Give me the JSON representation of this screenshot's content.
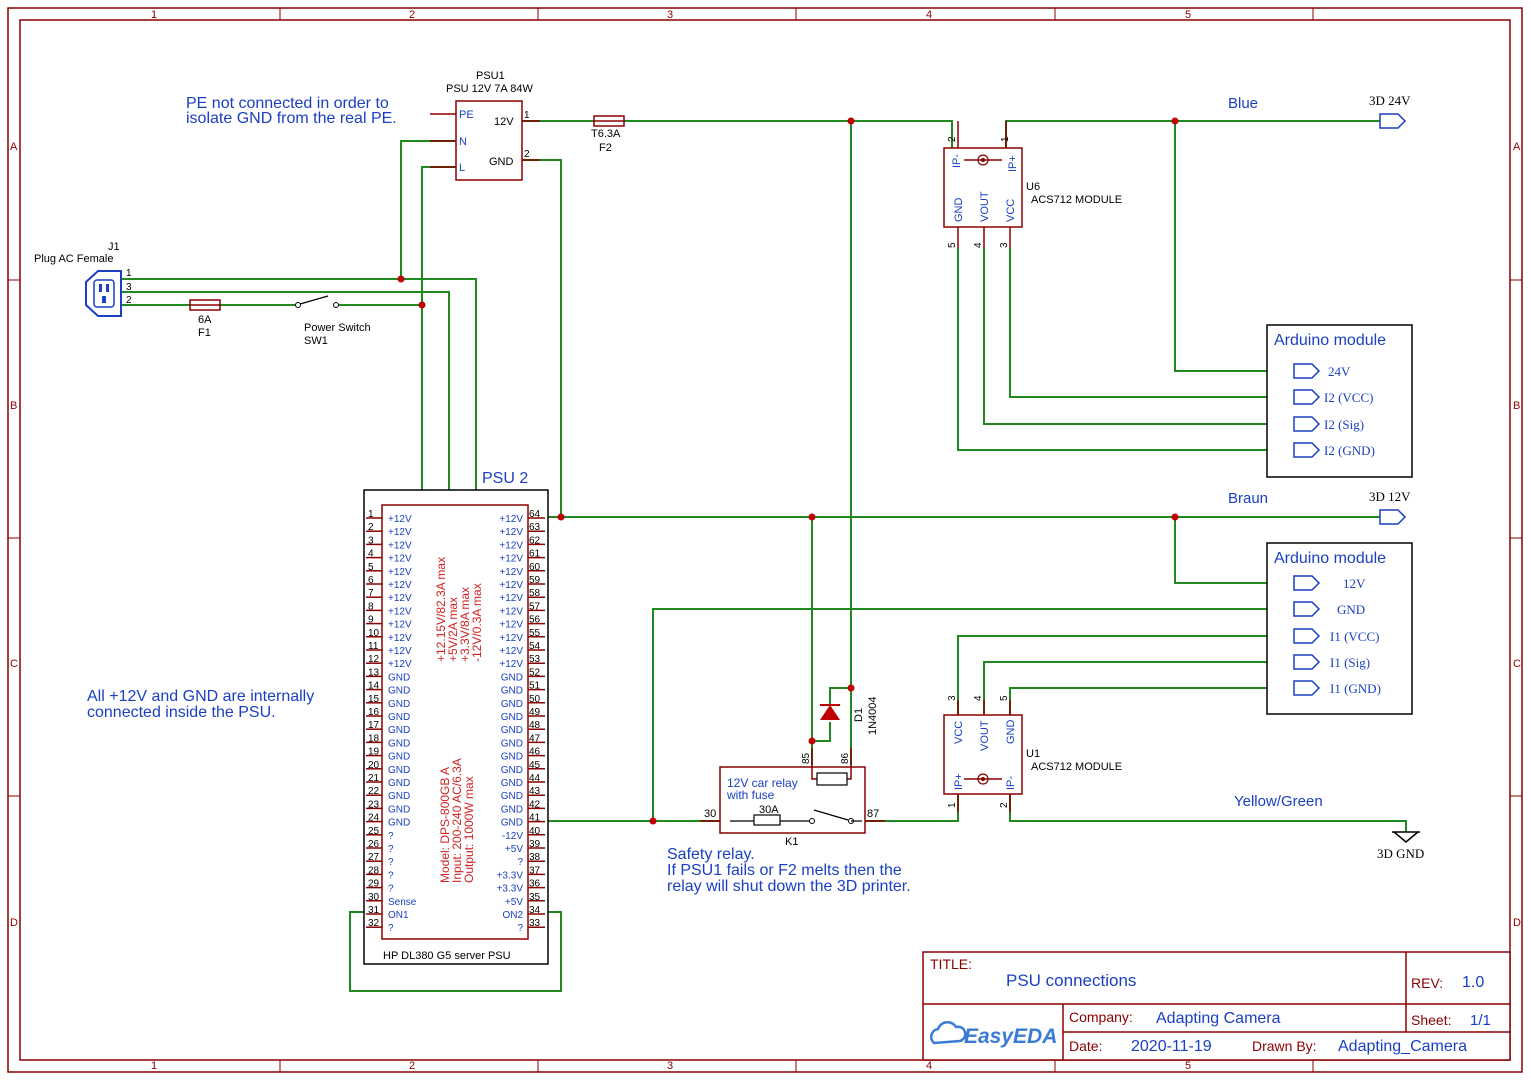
{
  "frame": {
    "cols": [
      "1",
      "2",
      "3",
      "4",
      "5"
    ],
    "rows": [
      "A",
      "B",
      "C",
      "D"
    ]
  },
  "title_block": {
    "title_label": "TITLE:",
    "title": "PSU connections",
    "rev_label": "REV:",
    "rev": "1.0",
    "company_label": "Company:",
    "company": "Adapting Camera",
    "sheet_label": "Sheet:",
    "sheet": "1/1",
    "date_label": "Date:",
    "date": "2020-11-19",
    "drawn_label": "Drawn By:",
    "drawn_by": "Adapting_Camera",
    "logo": "EasyEDA"
  },
  "notes": {
    "pe_note_1": "PE not connected in order to",
    "pe_note_2": "isolate GND from the real PE.",
    "psu_note_1": "All +12V and GND are internally",
    "psu_note_2": "connected inside the PSU.",
    "relay_note_1": "Safety relay.",
    "relay_note_2": "If PSU1 fails or F2 melts then the",
    "relay_note_3": "relay will shut down the 3D printer."
  },
  "j1": {
    "ref": "J1",
    "name": "Plug AC Female",
    "pins": [
      "1",
      "3",
      "2"
    ]
  },
  "f1": {
    "value": "6A",
    "ref": "F1"
  },
  "sw1": {
    "name": "Power Switch",
    "ref": "SW1"
  },
  "psu1": {
    "ref": "PSU1",
    "name": "PSU 12V 7A 84W",
    "pins_left": [
      "PE",
      "N",
      "L"
    ],
    "pins_right": [
      "12V",
      "GND"
    ],
    "pin_nums": [
      "1",
      "2"
    ]
  },
  "f2": {
    "value": "T6.3A",
    "ref": "F2"
  },
  "u6": {
    "ref": "U6",
    "name": "ACS712 MODULE",
    "top_pins": [
      "IP-",
      "IP+"
    ],
    "top_nums": [
      "2",
      "1"
    ],
    "bottom_pins": [
      "GND",
      "VOUT",
      "VCC"
    ],
    "bottom_nums": [
      "5",
      "4",
      "3"
    ]
  },
  "u1": {
    "ref": "U1",
    "name": "ACS712 MODULE",
    "top_pins": [
      "VCC",
      "VOUT",
      "GND"
    ],
    "top_nums": [
      "3",
      "4",
      "5"
    ],
    "bottom_pins": [
      "IP+",
      "IP-"
    ],
    "bottom_nums": [
      "1",
      "2"
    ]
  },
  "nets": {
    "blue": "Blue",
    "braun": "Braun",
    "yellow_green": "Yellow/Green",
    "port_24v": "3D 24V",
    "port_12v": "3D 12V",
    "port_gnd": "3D GND"
  },
  "arduino1": {
    "title": "Arduino module",
    "pins": [
      "24V",
      "I2 (VCC)",
      "I2 (Sig)",
      "I2 (GND)"
    ]
  },
  "arduino2": {
    "title": "Arduino module",
    "pins": [
      "12V",
      "GND",
      "I1 (VCC)",
      "I1 (Sig)",
      "I1 (GND)"
    ]
  },
  "psu2": {
    "ref": "PSU 2",
    "name": "HP DL380 G5 server PSU",
    "spec_1": [
      "+12.15V/82.3A max",
      "+5V/2A max",
      "+3.3V/8A max",
      "-12V/0.3A max"
    ],
    "spec_2": [
      "Model: DPS-800GB A",
      "Input: 200-240 AC/6.3A",
      "Output: 1000W max"
    ],
    "left_nums": [
      "1",
      "2",
      "3",
      "4",
      "5",
      "6",
      "7",
      "8",
      "9",
      "10",
      "11",
      "12",
      "13",
      "14",
      "15",
      "16",
      "17",
      "18",
      "19",
      "20",
      "21",
      "22",
      "23",
      "24",
      "25",
      "26",
      "27",
      "28",
      "29",
      "30",
      "31",
      "32"
    ],
    "left_labels": [
      "+12V",
      "+12V",
      "+12V",
      "+12V",
      "+12V",
      "+12V",
      "+12V",
      "+12V",
      "+12V",
      "+12V",
      "+12V",
      "+12V",
      "GND",
      "GND",
      "GND",
      "GND",
      "GND",
      "GND",
      "GND",
      "GND",
      "GND",
      "GND",
      "GND",
      "GND",
      "?",
      "?",
      "?",
      "?",
      "?",
      "Sense",
      "ON1",
      "?"
    ],
    "right_nums": [
      "64",
      "63",
      "62",
      "61",
      "60",
      "59",
      "58",
      "57",
      "56",
      "55",
      "54",
      "53",
      "52",
      "51",
      "50",
      "49",
      "48",
      "47",
      "46",
      "45",
      "44",
      "43",
      "42",
      "41",
      "40",
      "39",
      "38",
      "37",
      "36",
      "35",
      "34",
      "33"
    ],
    "right_labels": [
      "+12V",
      "+12V",
      "+12V",
      "+12V",
      "+12V",
      "+12V",
      "+12V",
      "+12V",
      "+12V",
      "+12V",
      "+12V",
      "+12V",
      "GND",
      "GND",
      "GND",
      "GND",
      "GND",
      "GND",
      "GND",
      "GND",
      "GND",
      "GND",
      "GND",
      "GND",
      "-12V",
      "+5V",
      "?",
      "+3.3V",
      "+3.3V",
      "+5V",
      "ON2",
      "?"
    ]
  },
  "k1": {
    "name_1": "12V car relay",
    "name_2": "with fuse",
    "fuse": "30A",
    "ref": "K1",
    "pins": [
      "30",
      "87",
      "85",
      "86"
    ]
  },
  "d1": {
    "ref": "D1",
    "value": "1N4004"
  }
}
